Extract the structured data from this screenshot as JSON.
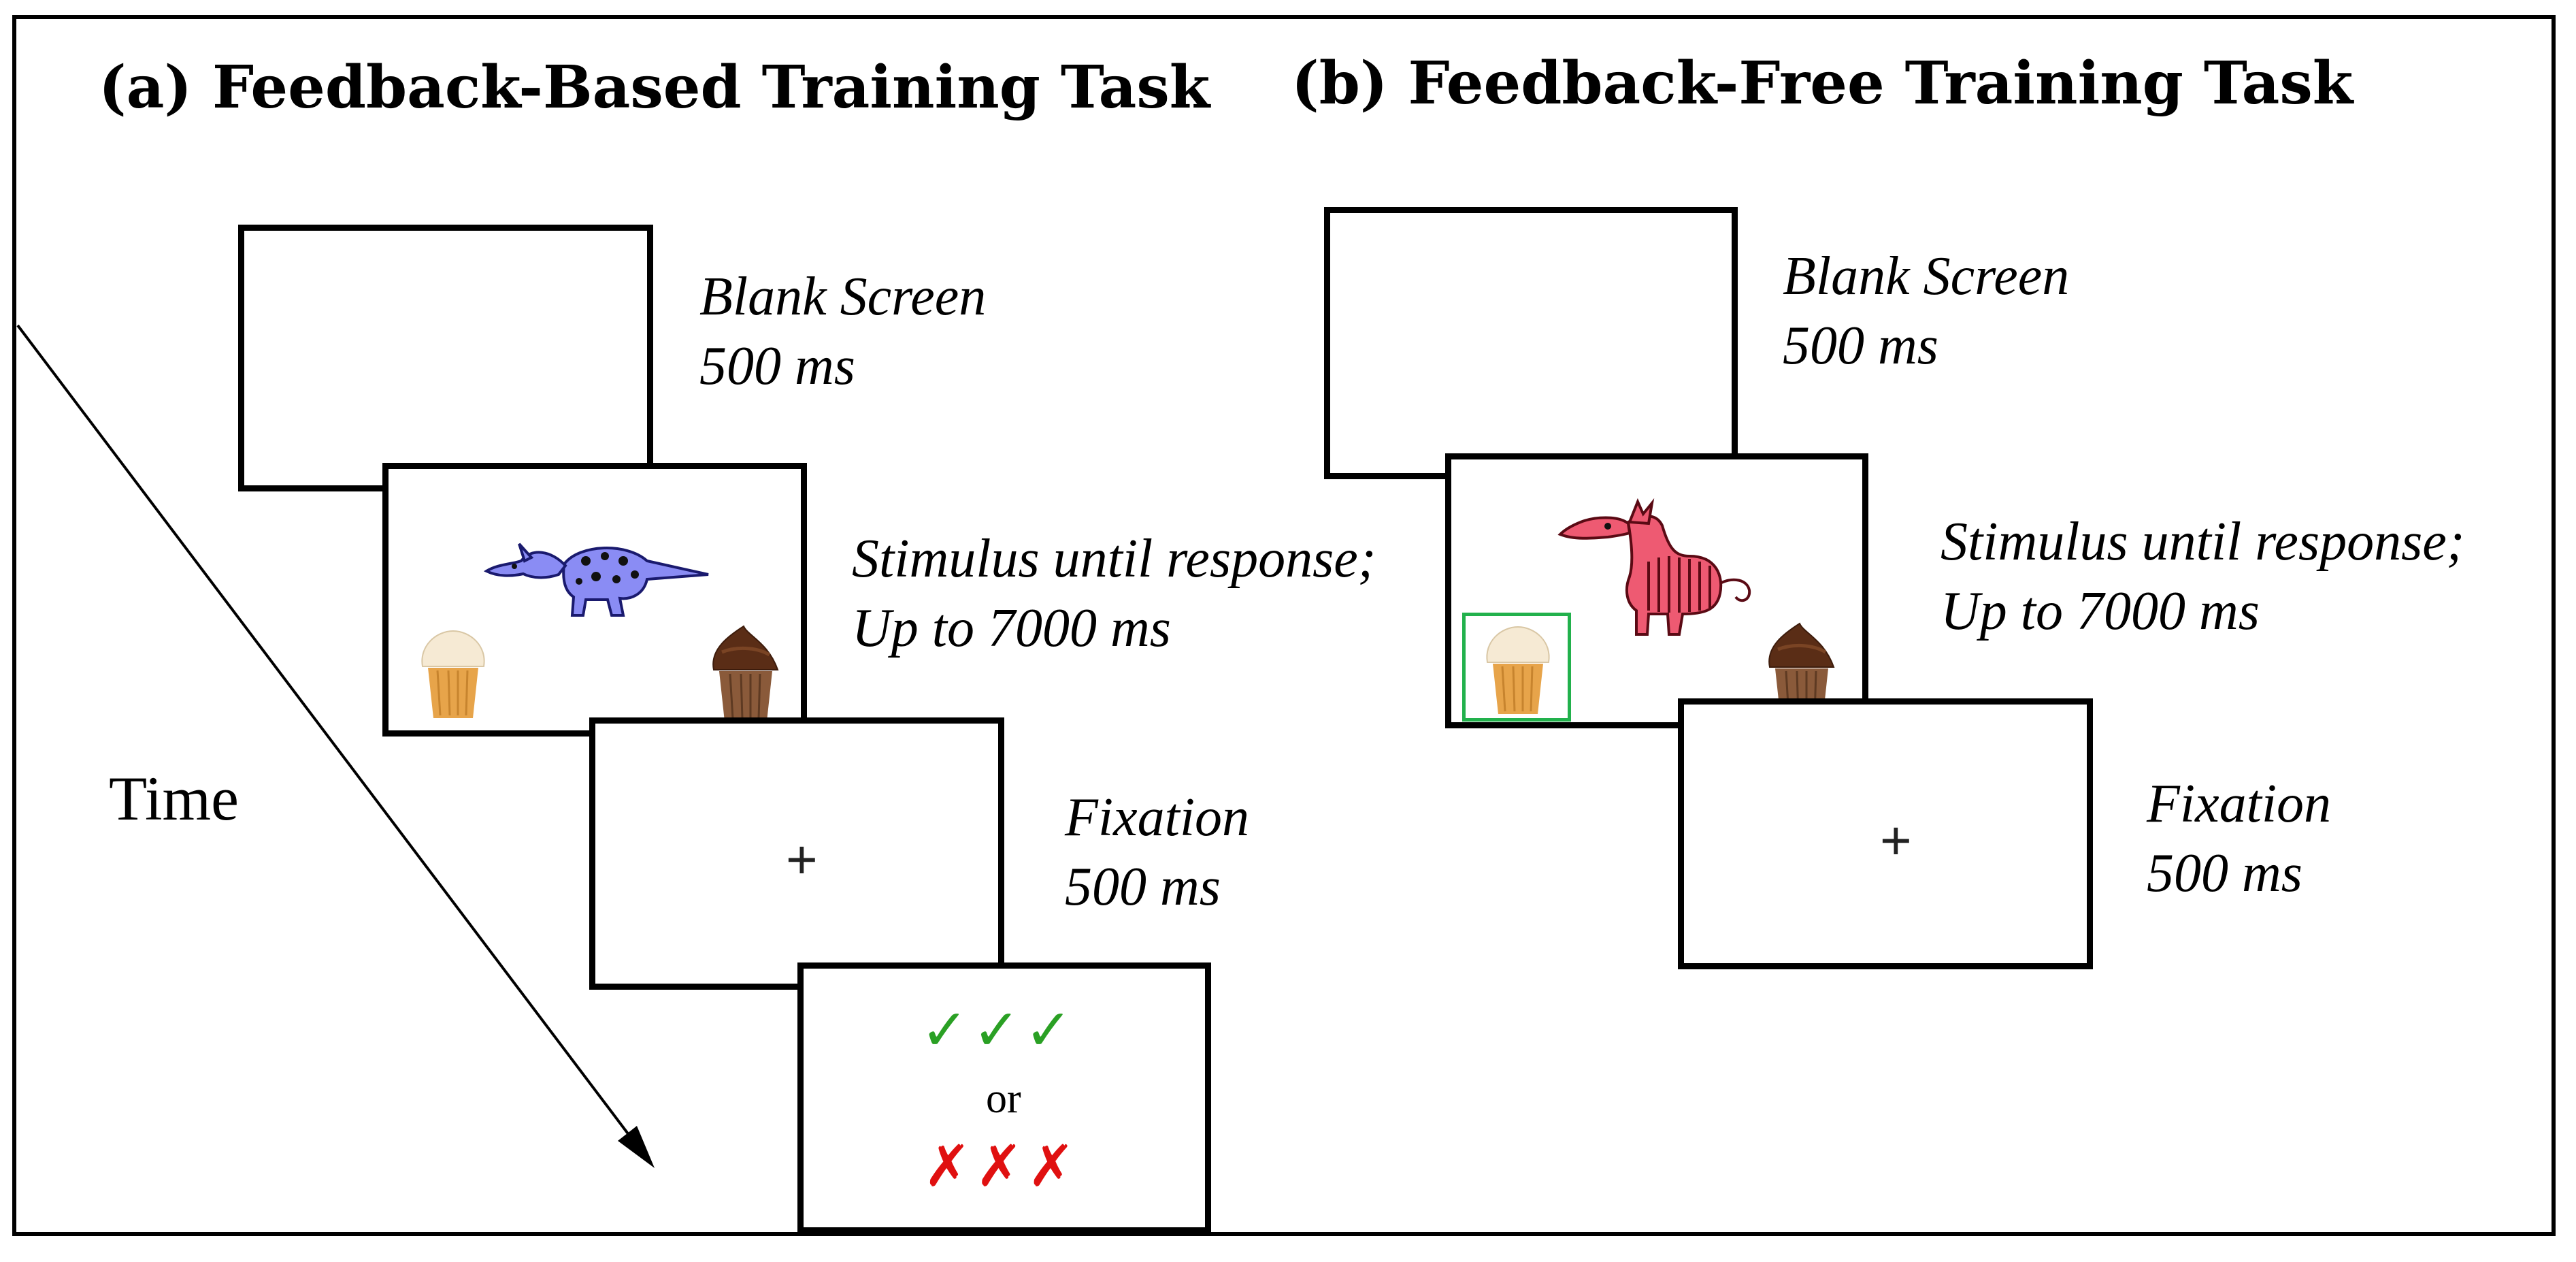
{
  "panel_a": {
    "title": "(a) Feedback-Based Training Task",
    "blank_label": "Blank Screen",
    "blank_duration": "500 ms",
    "stimulus_label": "Stimulus until response;",
    "stimulus_duration": "Up to 7000 ms",
    "fixation_symbol": "+",
    "fixation_label": "Fixation",
    "fixation_duration": "500 ms",
    "feedback_correct": "✓✓✓",
    "feedback_or": "or",
    "feedback_wrong": "✗✗✗"
  },
  "panel_b": {
    "title": "(b) Feedback-Free Training Task",
    "blank_label": "Blank Screen",
    "blank_duration": "500 ms",
    "stimulus_label": "Stimulus until response;",
    "stimulus_duration": "Up to 7000 ms",
    "fixation_symbol": "+",
    "fixation_label": "Fixation",
    "fixation_duration": "500 ms"
  },
  "time_label": "Time",
  "colors": {
    "creature_a": "#8a8cf4",
    "creature_b": "#ee5a72",
    "correct": "#2aa024",
    "wrong": "#e01010",
    "selection_box": "#22b14c"
  }
}
